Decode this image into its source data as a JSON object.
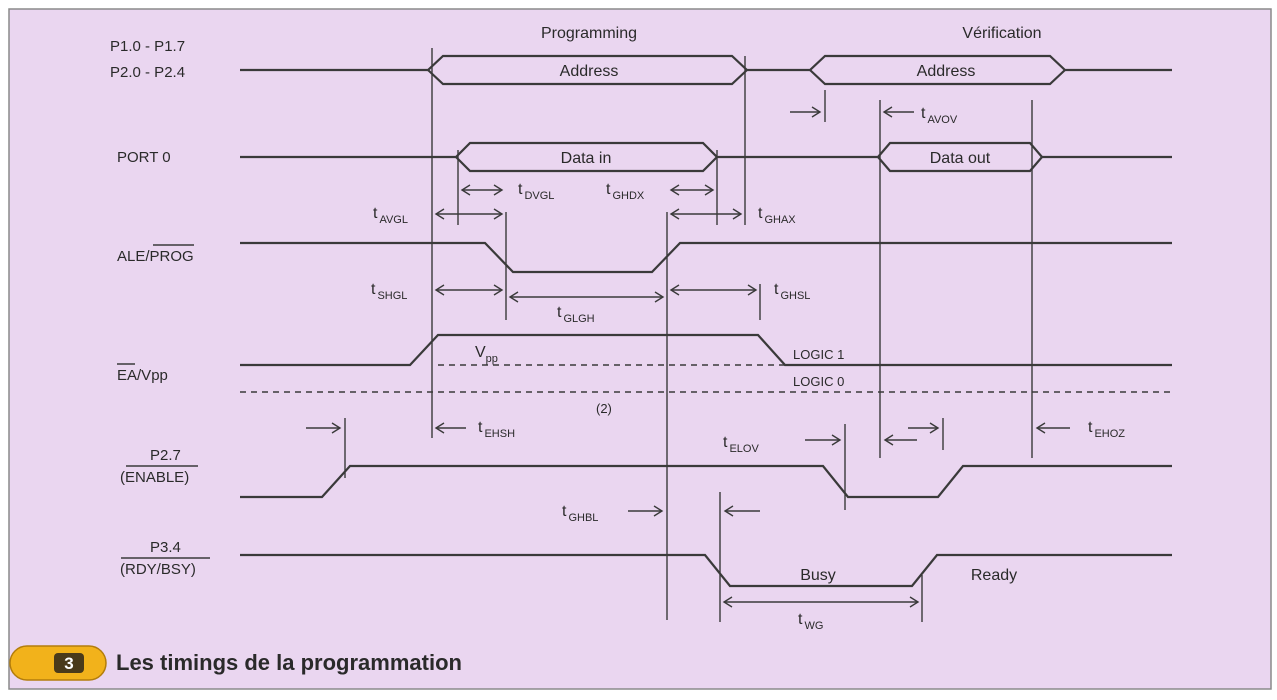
{
  "headers": {
    "programming": "Programming",
    "verification": "Vérification"
  },
  "signals": {
    "p1": "P1.0 - P1.7",
    "p2": "P2.0 - P2.4",
    "port0": "PORT 0",
    "ale_a": "ALE/",
    "ale_b": "PROG",
    "ea_a": "EA",
    "ea_b": "/Vpp",
    "p27_a": "P2.7",
    "p27_b": "(ENABLE)",
    "p34_a": "P3.4",
    "p34_b_pre": "(RDY/",
    "p34_b_bsy": "BSY",
    "p34_b_post": ")"
  },
  "bus_labels": {
    "address_prog": "Address",
    "address_verif": "Address",
    "data_in": "Data in",
    "data_out": "Data out",
    "vpp": "V",
    "vpp_sub": "pp",
    "logic1": "LOGIC 1",
    "logic0": "LOGIC 0",
    "note2": "(2)",
    "busy": "Busy",
    "ready": "Ready"
  },
  "timings": {
    "avov": "AVOV",
    "dvgl": "DVGL",
    "ghdx": "GHDX",
    "avgl": "AVGL",
    "ghax": "GHAX",
    "shgl": "SHGL",
    "ghsl": "GHSL",
    "glgh": "GLGH",
    "ehsh": "EHSH",
    "elov": "ELOV",
    "ehoz": "EHOZ",
    "ghbl": "GHBL",
    "wg": "WG"
  },
  "caption": {
    "number": "3",
    "text": "Les timings de la programmation"
  },
  "colors": {
    "background": "#ead6f0",
    "border": "#8a8a8a",
    "ink": "#3a3a3a",
    "badge": "#f2b21b"
  }
}
